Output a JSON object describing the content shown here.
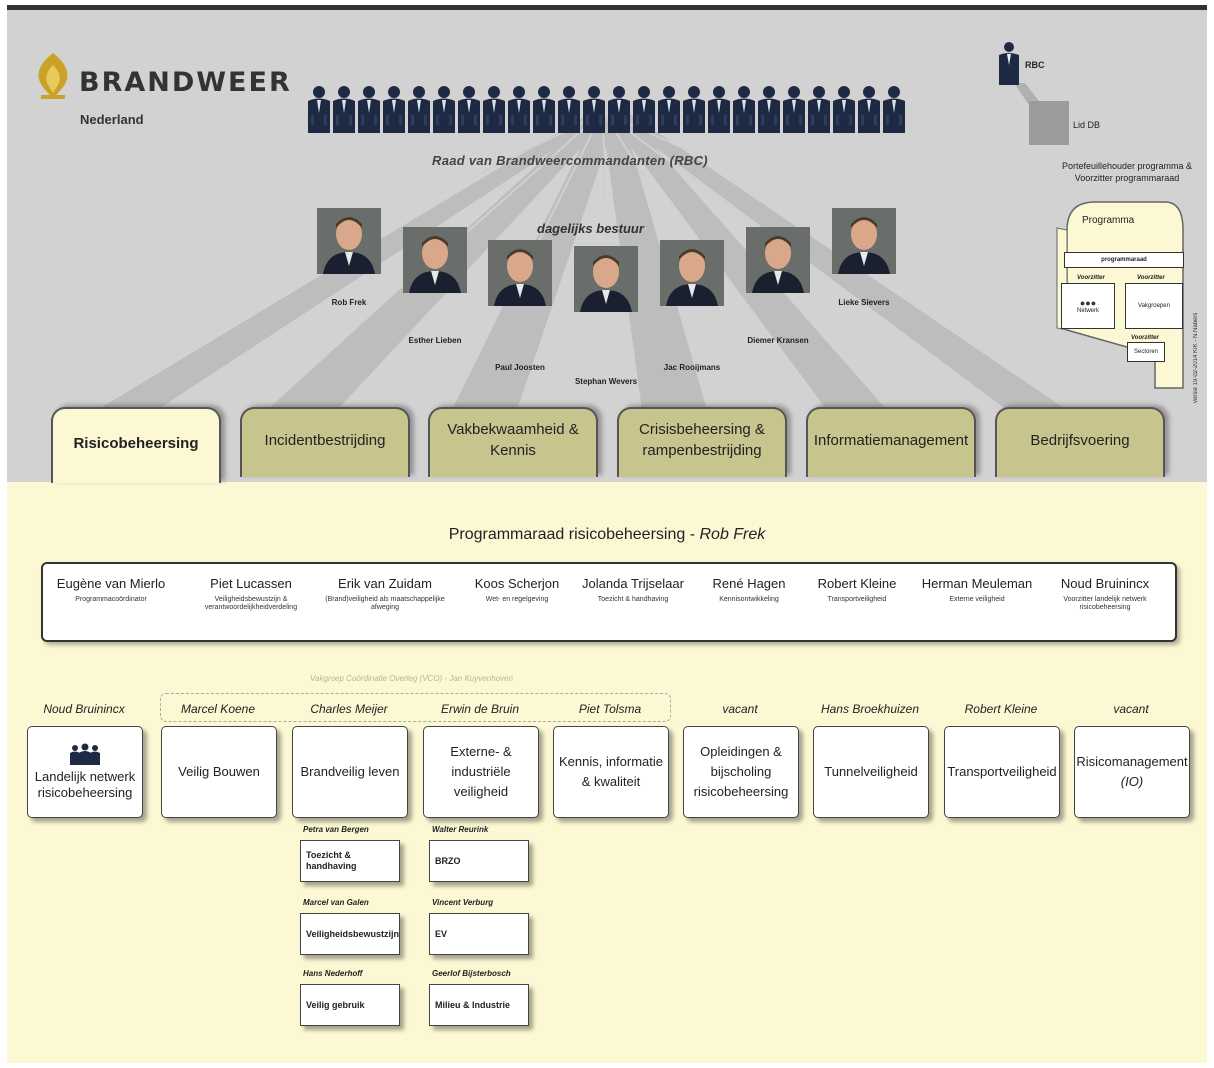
{
  "logo": {
    "name": "BRANDWEER",
    "sub": "Nederland"
  },
  "rbc": {
    "title": "Raad van Brandweercommandanten (RBC)",
    "member_count": 24,
    "legend_rbc": "RBC",
    "legend_liddb": "Lid DB",
    "portefeuille": "Portefeuillehouder programma & Voorzitter programmaraad"
  },
  "db": {
    "title": "dagelijks bestuur",
    "people": [
      {
        "name": "Rob Frek"
      },
      {
        "name": "Esther Lieben"
      },
      {
        "name": "Paul Joosten"
      },
      {
        "name": "Stephan Wevers"
      },
      {
        "name": "Jac Rooijmans"
      },
      {
        "name": "Diemer Kransen"
      },
      {
        "name": "Lieke Sievers"
      }
    ]
  },
  "programma_panel": {
    "title": "Programma",
    "programmaraad": "programmaraad",
    "voorzitter1": "Voorzitter",
    "voorzitter2": "Voorzitter",
    "voorzitter3": "Voorzitter",
    "netwerk": "Netwerk",
    "vakgroepen": "Vakgroepen",
    "sectoren": "Sectoren",
    "version": "versie 19-02-2014   KIK - N.Nabers"
  },
  "tabs": [
    {
      "label": "Risicobeheersing",
      "active": true
    },
    {
      "label": "Incidentbestrijding"
    },
    {
      "label": "Vakbekwaamheid & Kennis"
    },
    {
      "label": "Crisisbeheersing & rampenbestrijding"
    },
    {
      "label": "Informatiemanagement"
    },
    {
      "label": "Bedrijfsvoering"
    }
  ],
  "programmaraad": {
    "title": "Programmaraad risicobeheersing - ",
    "chair": "Rob Frek",
    "members": [
      {
        "name": "Eugène van Mierlo",
        "role": "Programmacoördinator"
      },
      {
        "name": "Piet Lucassen",
        "role": "Veiligheidsbewustzijn & verantwoordelijkheidverdeling"
      },
      {
        "name": "Erik van Zuidam",
        "role": "(Brand)veiligheid als maatschappelijke afweging"
      },
      {
        "name": "Koos Scherjon",
        "role": "Wet- en regelgeving"
      },
      {
        "name": "Jolanda Trijselaar",
        "role": "Toezicht & handhaving"
      },
      {
        "name": "René Hagen",
        "role": "Kennisontwikkeling"
      },
      {
        "name": "Robert Kleine",
        "role": "Transportveiligheid"
      },
      {
        "name": "Herman Meuleman",
        "role": "Externe veiligheid"
      },
      {
        "name": "Noud Bruinincx",
        "role": "Voorzitter landelijk netwerk risicobeheersing"
      }
    ]
  },
  "vco_label": "Vakgroep Coördinatie Overleg (VCO) - Jan Kuyvenhoven",
  "groups": [
    {
      "chair": "Noud Bruinincx",
      "label": "Landelijk netwerk risicobeheersing"
    },
    {
      "chair": "Marcel Koene",
      "label": "Veilig Bouwen"
    },
    {
      "chair": "Charles Meijer",
      "label": "Brandveilig leven"
    },
    {
      "chair": "Erwin de Bruin",
      "label": "Externe- & industriële veiligheid"
    },
    {
      "chair": "Piet Tolsma",
      "label": "Kennis, informatie & kwaliteit"
    },
    {
      "chair": "vacant",
      "label": "Opleidingen & bijscholing risicobeheersing"
    },
    {
      "chair": "Hans Broekhuizen",
      "label": "Tunnelveiligheid"
    },
    {
      "chair": "Robert Kleine",
      "label": "Transportveiligheid"
    },
    {
      "chair": "vacant",
      "label": "Risicomanagement",
      "label2": "(IO)"
    }
  ],
  "subgroups": [
    {
      "chair": "Petra van Bergen",
      "label": "Toezicht & handhaving"
    },
    {
      "chair": "Marcel van Galen",
      "label": "Veiligheidsbewustzijn"
    },
    {
      "chair": "Hans Nederhoff",
      "label": "Veilig gebruik"
    },
    {
      "chair": "Walter Reurink",
      "label": "BRZO"
    },
    {
      "chair": "Vincent Verburg",
      "label": "EV"
    },
    {
      "chair": "Geerlof Bijsterbosch",
      "label": "Milieu & Industrie"
    }
  ],
  "colors": {
    "top_bg": "#d2d2d2",
    "bottom_bg": "#fbf8d3",
    "tab": "#c8c48e",
    "logo_gold": "#c9a227",
    "figure": "#1e2a44"
  }
}
